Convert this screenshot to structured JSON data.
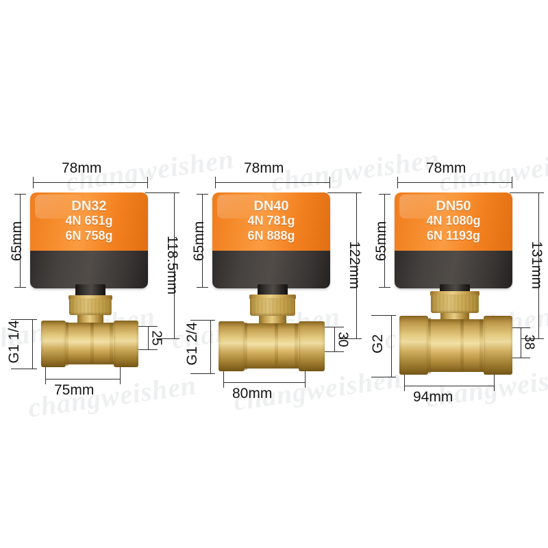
{
  "page": {
    "title": "Motorized Ball Valve Dimension Diagram",
    "background_color": "#ffffff",
    "accent_orange": "#f0801f",
    "accent_dark": "#3a3634",
    "brass_color": "#e0bd6a",
    "line_color": "#2b2b2b"
  },
  "watermark": {
    "text": "changweishen",
    "repeat_text": "changweishen"
  },
  "valves": [
    {
      "id": "dn32",
      "actuator": {
        "model_label": "DN32",
        "torque_4n_label": "4N 651g",
        "torque_6n_label": "6N 758g"
      },
      "dimensions": {
        "actuator_width": "78mm",
        "actuator_height": "65mm",
        "overall_height": "118.5mm",
        "body_length": "75mm",
        "port_depth": "25",
        "thread_size": "G1 1/4"
      }
    },
    {
      "id": "dn40",
      "actuator": {
        "model_label": "DN40",
        "torque_4n_label": "4N 781g",
        "torque_6n_label": "6N 888g"
      },
      "dimensions": {
        "actuator_width": "78mm",
        "actuator_height": "65mm",
        "overall_height": "122mm",
        "body_length": "80mm",
        "port_depth": "30",
        "thread_size": "G1 2/4"
      }
    },
    {
      "id": "dn50",
      "actuator": {
        "model_label": "DN50",
        "torque_4n_label": "4N 1080g",
        "torque_6n_label": "6N 1193g"
      },
      "dimensions": {
        "actuator_width": "78mm",
        "actuator_height": "65mm",
        "overall_height": "131mm",
        "body_length": "94mm",
        "port_depth": "38",
        "thread_size": "G2"
      }
    }
  ]
}
